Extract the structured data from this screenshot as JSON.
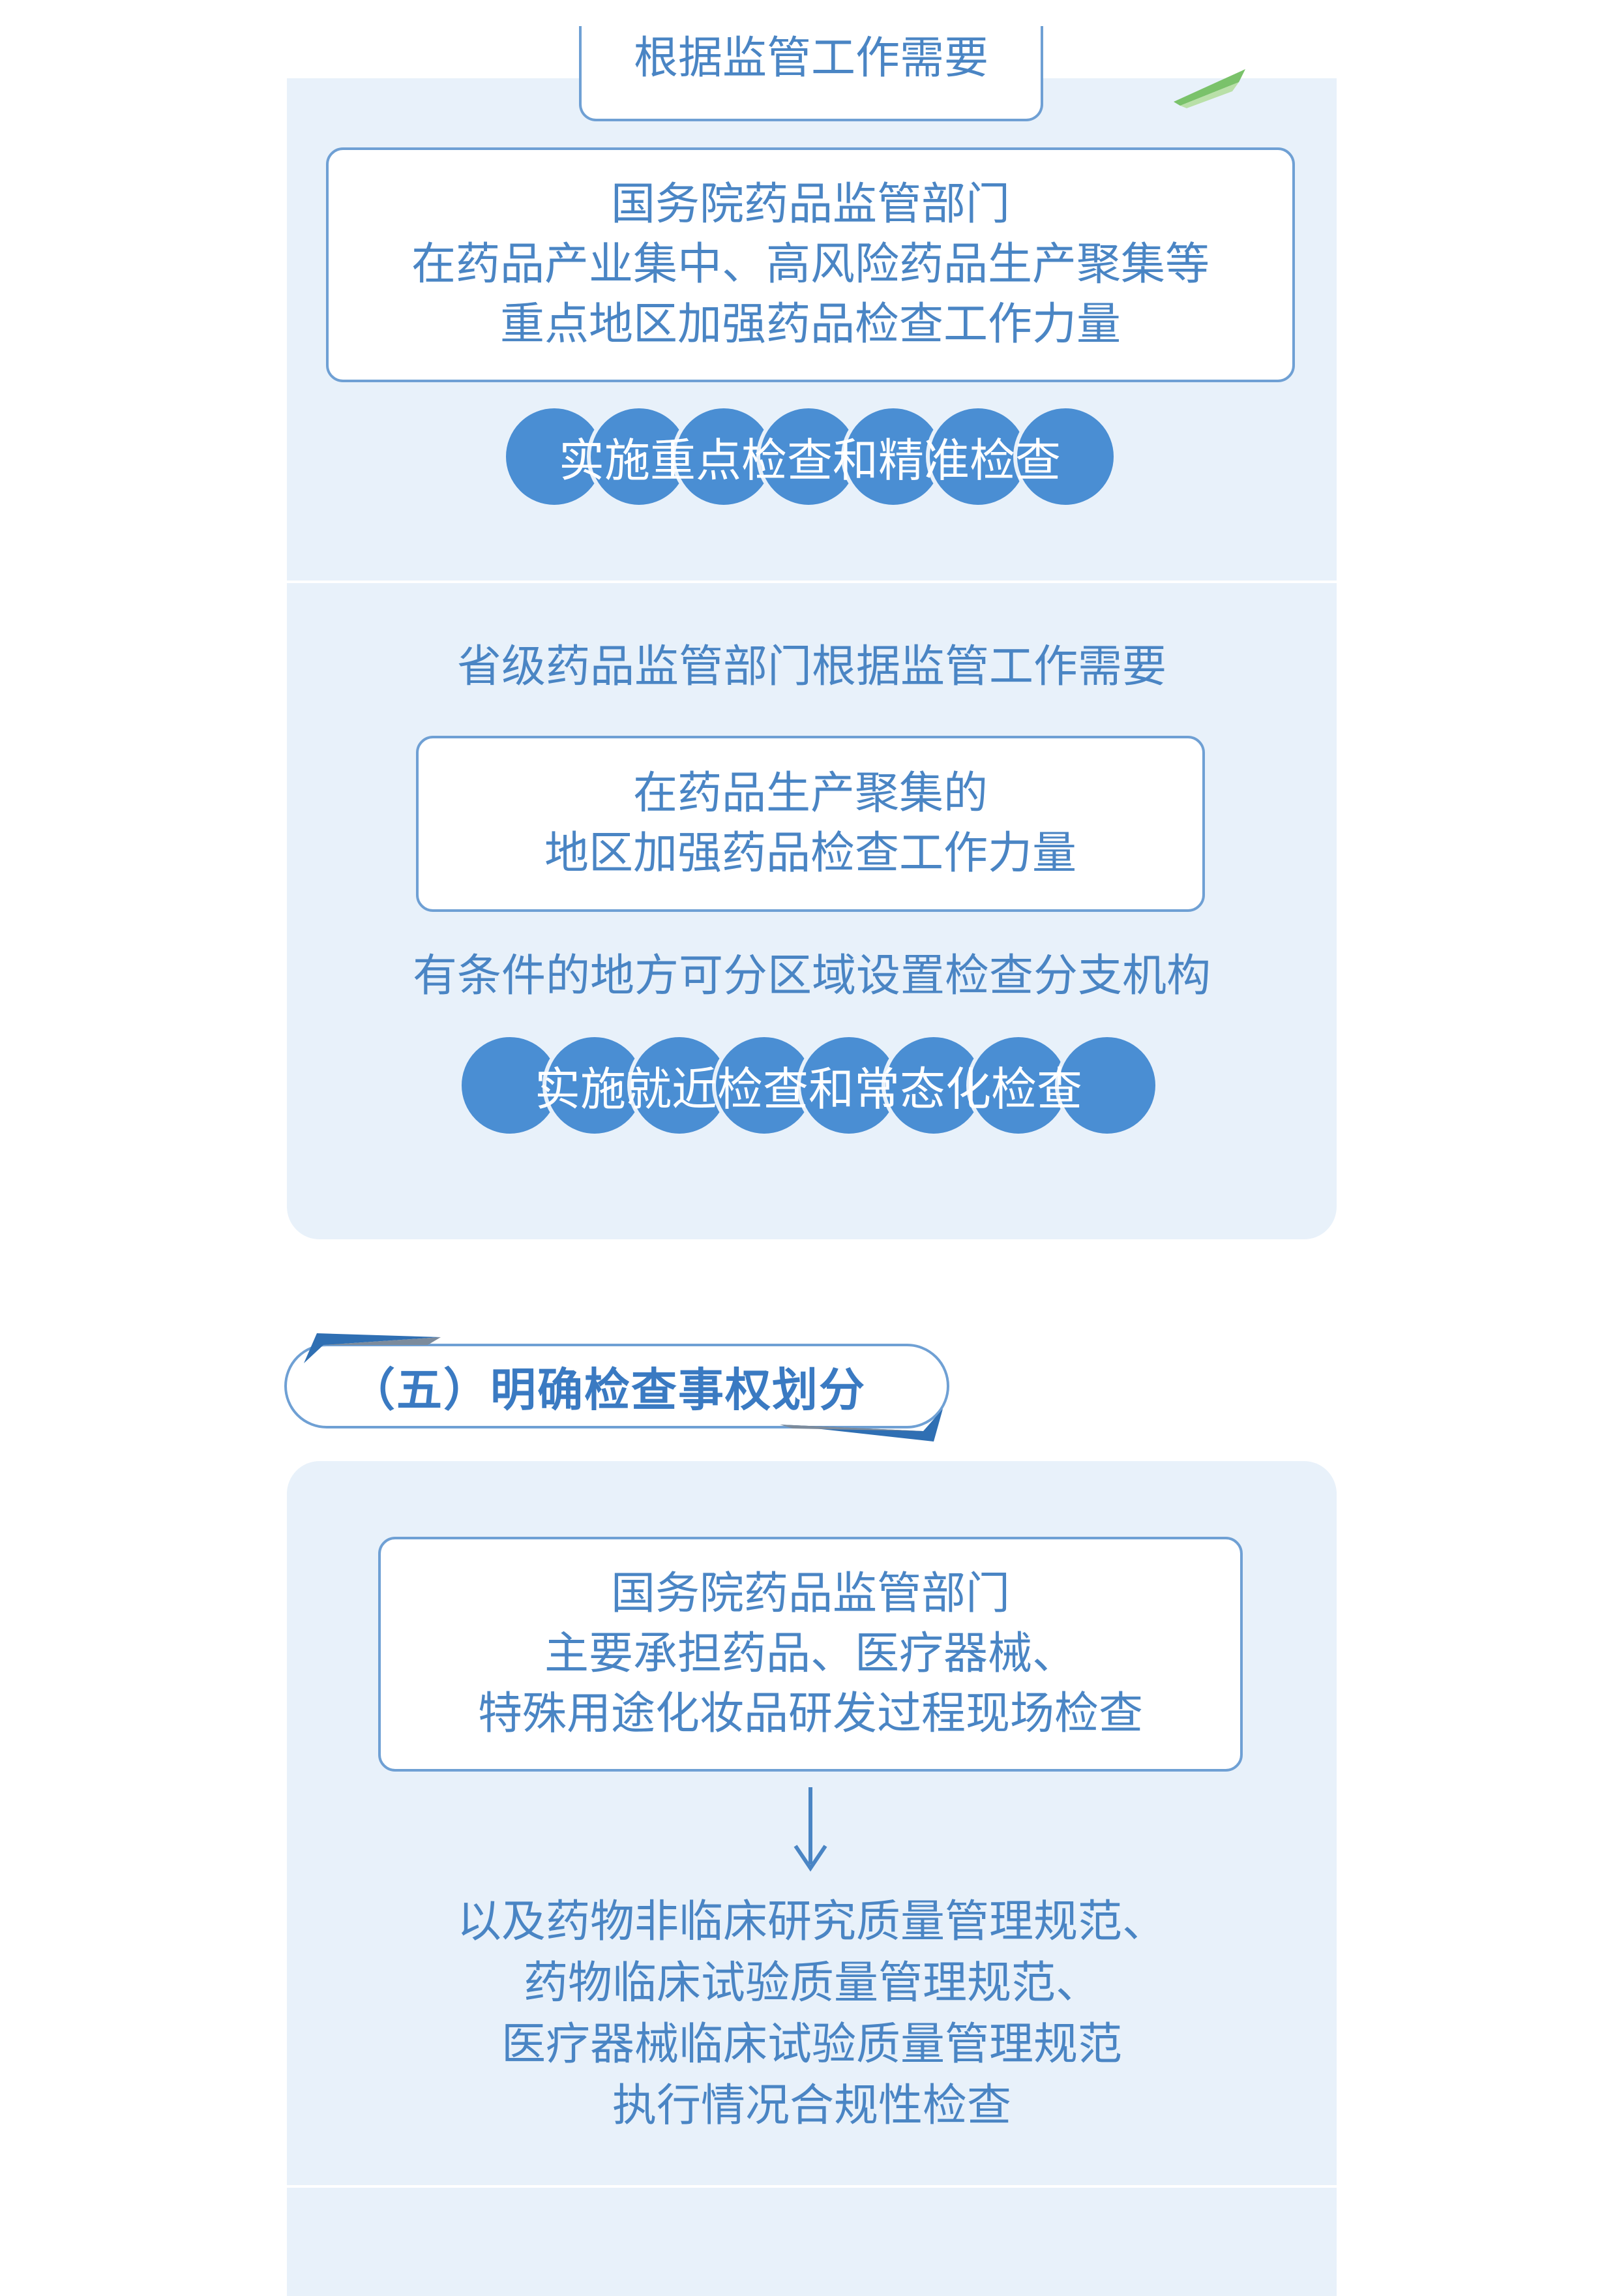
{
  "cut_box": {
    "text": "根据监管工作需要"
  },
  "national_box": {
    "lines": [
      "国务院药品监管部门",
      "在药品产业集中、高风险药品生产聚集等",
      "重点地区加强药品检查工作力量"
    ]
  },
  "national_pill": {
    "label": "实施重点检查和精准检查"
  },
  "provincial_heading": {
    "text": "省级药品监管部门根据监管工作需要"
  },
  "provincial_box": {
    "lines": [
      "在药品生产聚集的",
      "地区加强药品检查工作力量"
    ]
  },
  "provincial_note": {
    "text": "有条件的地方可分区域设置检查分支机构"
  },
  "provincial_pill": {
    "label": "实施就近检查和常态化检查"
  },
  "section_5": {
    "title": "（五）明确检查事权划分"
  },
  "responsibility_box": {
    "lines": [
      "国务院药品监管部门",
      "主要承担药品、医疗器械、",
      "特殊用途化妆品研发过程现场检查"
    ]
  },
  "responsibility_more": {
    "lines": [
      "以及药物非临床研究质量管理规范、",
      "药物临床试验质量管理规范、",
      "医疗器械临床试验质量管理规范",
      "执行情况合规性检查"
    ]
  },
  "colors": {
    "primary": "#4a85c4",
    "pill": "#4a8ed3",
    "panel": "#e8f1fa",
    "border": "#6fa0d4"
  },
  "icons": {
    "arrow": "arrow-down-icon",
    "decor": "leaf-decoration-icon"
  }
}
